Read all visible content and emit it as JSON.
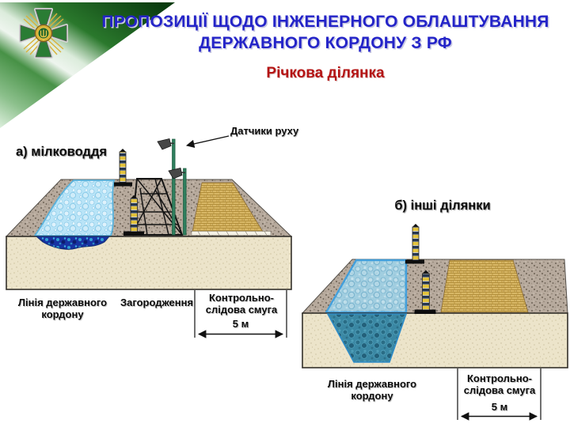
{
  "header": {
    "title_line1": "ПРОПОЗИЦІЇ ЩОДО ІНЖЕНЕРНОГО ОБЛАШТУВАННЯ",
    "title_line2": "ДЕРЖАВНОГО КОРДОНУ З РФ",
    "subtitle": "Річкова ділянка"
  },
  "emblem": {
    "icon": "border-guard-cross-emblem"
  },
  "diagram_a": {
    "heading": "а) мілководдя",
    "sensors_label": "Датчики руху",
    "border_line_label": "Лінія державного кордону",
    "barrier_label": "Загородження",
    "control_strip_label": "Контрольно-слідова смуга",
    "width_label": "5 м"
  },
  "diagram_b": {
    "heading": "б) інші ділянки",
    "border_line_label": "Лінія державного кордону",
    "control_strip_label": "Контрольно-слідова смуга",
    "width_label": "5 м"
  },
  "colors": {
    "title_blue": "#2424c8",
    "subtitle_red": "#b41414",
    "header_green_dark": "#0a3b0f",
    "header_green_light": "#dcefdc",
    "emblem_green": "#2a7c34",
    "emblem_gold": "#d9b23a",
    "ground_top_gray": "#b7aa9d",
    "ground_front_beige": "#ece4ca",
    "control_strip_sand": "#d8b766",
    "water_light_blue": "#b9e4f7",
    "water_deep_navy": "#1733a2",
    "water_deep_teal": "#2f7e9a",
    "post_yellow": "#e3c33c",
    "post_dark_blue": "#27374e",
    "sensor_pole_green": "#2f7f5e"
  }
}
